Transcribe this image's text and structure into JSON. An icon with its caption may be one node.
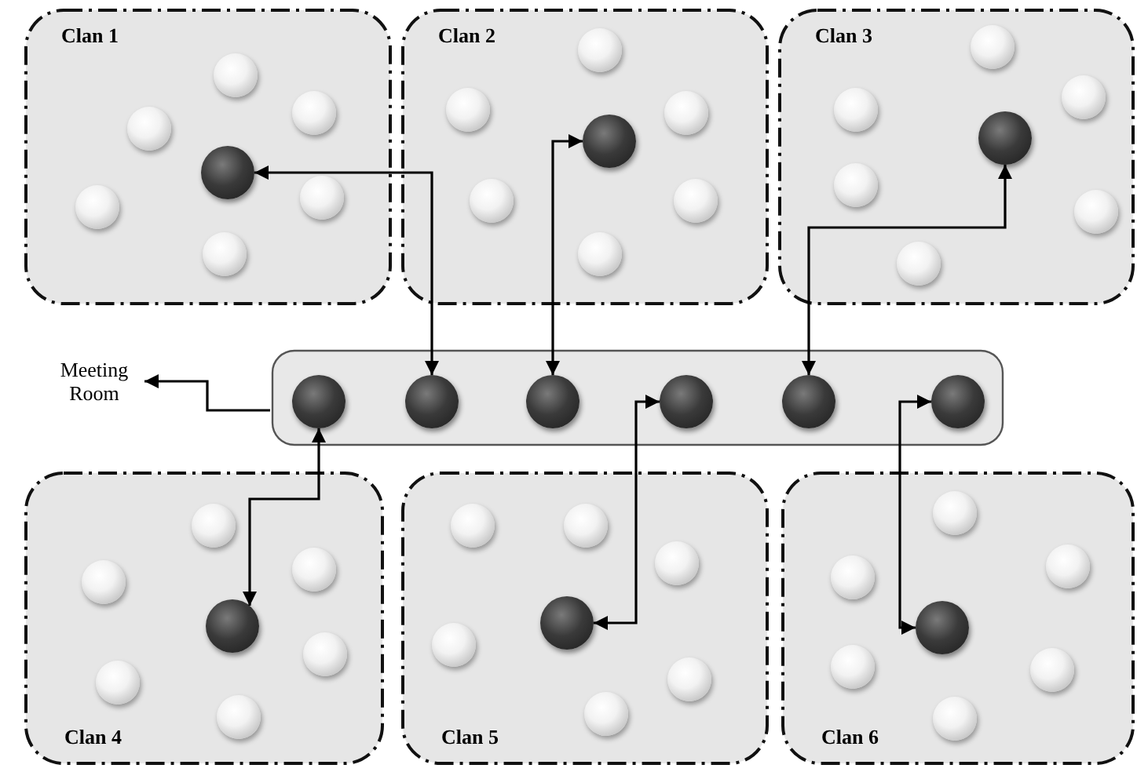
{
  "diagram": {
    "nodes": [
      {
        "text": [
          "Clan 1"
        ]
      },
      {
        "text": [],
        "shape": "circle",
        "in": 0
      },
      {
        "text": [],
        "shape": "circle",
        "in": 0
      },
      {
        "text": [],
        "shape": "circle",
        "in": 0
      },
      {
        "text": [],
        "shape": "circle",
        "in": 0
      },
      {
        "text": [],
        "shape": "circle",
        "in": 0
      },
      {
        "text": [],
        "shape": "circle",
        "in": 0
      },
      {
        "text": [],
        "shape": "circle",
        "in": 0
      },
      {
        "text": [
          "Clan 2"
        ]
      },
      {
        "text": [],
        "shape": "circle",
        "in": 8
      },
      {
        "text": [],
        "shape": "circle",
        "in": 8
      },
      {
        "text": [],
        "shape": "circle",
        "in": 8
      },
      {
        "text": [],
        "shape": "circle",
        "in": 8
      },
      {
        "text": [],
        "shape": "circle",
        "in": 8
      },
      {
        "text": [],
        "shape": "circle",
        "in": 8
      },
      {
        "text": [],
        "shape": "circle",
        "in": 8
      },
      {
        "text": [
          "Clan 3"
        ]
      },
      {
        "text": [],
        "shape": "circle",
        "in": 16
      },
      {
        "text": [],
        "shape": "circle",
        "in": 16
      },
      {
        "text": [],
        "shape": "circle",
        "in": 16
      },
      {
        "text": [],
        "shape": "circle",
        "in": 16
      },
      {
        "text": [],
        "shape": "circle",
        "in": 16
      },
      {
        "text": [],
        "shape": "circle",
        "in": 16
      },
      {
        "text": [],
        "shape": "circle",
        "in": 16
      },
      {
        "text": [
          "Meeting Room"
        ]
      },
      {
        "text": [],
        "shape": "box"
      },
      {
        "text": [],
        "shape": "circle",
        "in": 25
      },
      {
        "text": [],
        "shape": "circle",
        "in": 25
      },
      {
        "text": [],
        "shape": "circle",
        "in": 25
      },
      {
        "text": [],
        "shape": "circle",
        "in": 25
      },
      {
        "text": [],
        "shape": "circle",
        "in": 25
      },
      {
        "text": [],
        "shape": "circle",
        "in": 25
      },
      {
        "text": [
          "Clan 4"
        ]
      },
      {
        "text": [],
        "shape": "circle",
        "in": 32
      },
      {
        "text": [],
        "shape": "circle",
        "in": 32
      },
      {
        "text": [],
        "shape": "circle",
        "in": 32
      },
      {
        "text": [],
        "shape": "circle",
        "in": 32
      },
      {
        "text": [],
        "shape": "circle",
        "in": 32
      },
      {
        "text": [],
        "shape": "circle",
        "in": 32
      },
      {
        "text": [],
        "shape": "circle",
        "in": 32
      },
      {
        "text": [
          "Clan 5"
        ]
      },
      {
        "text": [],
        "shape": "circle",
        "in": 40
      },
      {
        "text": [],
        "shape": "circle",
        "in": 40
      },
      {
        "text": [],
        "shape": "circle",
        "in": 40
      },
      {
        "text": [],
        "shape": "circle",
        "in": 40
      },
      {
        "text": [],
        "shape": "circle",
        "in": 40
      },
      {
        "text": [],
        "shape": "circle",
        "in": 40
      },
      {
        "text": [],
        "shape": "circle",
        "in": 40
      },
      {
        "text": [
          "Clan 6"
        ]
      },
      {
        "text": [],
        "shape": "circle",
        "in": 48
      },
      {
        "text": [],
        "shape": "circle",
        "in": 48
      },
      {
        "text": [],
        "shape": "circle",
        "in": 48
      },
      {
        "text": [],
        "shape": "circle",
        "in": 48
      },
      {
        "text": [],
        "shape": "circle",
        "in": 48
      },
      {
        "text": [],
        "shape": "circle",
        "in": 48
      },
      {
        "text": [],
        "shape": "circle",
        "in": 48
      }
    ],
    "edges": [
      {
        "from": 4,
        "to": 27,
        "arrow": "both"
      },
      {
        "from": 12,
        "to": 28,
        "arrow": "both"
      },
      {
        "from": 20,
        "to": 30,
        "arrow": "both"
      },
      {
        "from": 36,
        "to": 26,
        "arrow": "both"
      },
      {
        "from": 44,
        "to": 29,
        "arrow": "both"
      },
      {
        "from": 52,
        "to": 31,
        "arrow": "both"
      },
      {
        "from": 25,
        "to": 24,
        "arrow": "to"
      }
    ]
  }
}
